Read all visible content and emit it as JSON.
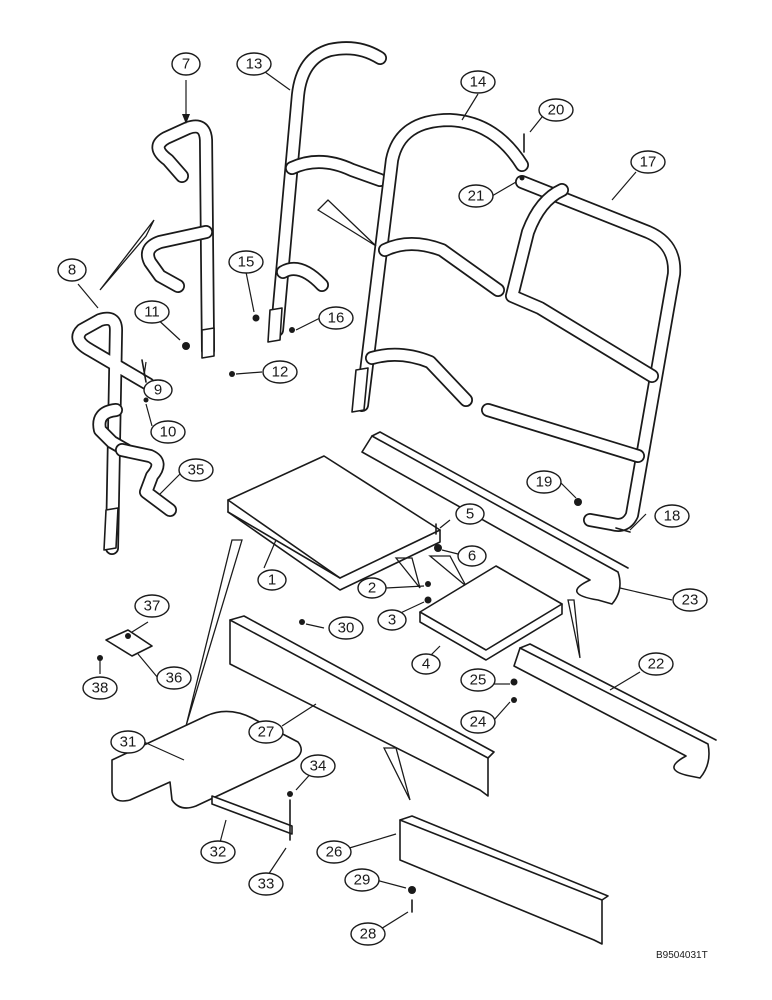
{
  "reference_code": "B9504031T",
  "callouts": [
    {
      "id": "c1",
      "label": "1"
    },
    {
      "id": "c2",
      "label": "2"
    },
    {
      "id": "c3",
      "label": "3"
    },
    {
      "id": "c4",
      "label": "4"
    },
    {
      "id": "c5",
      "label": "5"
    },
    {
      "id": "c6",
      "label": "6"
    },
    {
      "id": "c7",
      "label": "7"
    },
    {
      "id": "c8",
      "label": "8"
    },
    {
      "id": "c9",
      "label": "9"
    },
    {
      "id": "c10",
      "label": "10"
    },
    {
      "id": "c11",
      "label": "11"
    },
    {
      "id": "c12",
      "label": "12"
    },
    {
      "id": "c13",
      "label": "13"
    },
    {
      "id": "c14",
      "label": "14"
    },
    {
      "id": "c15",
      "label": "15"
    },
    {
      "id": "c16",
      "label": "16"
    },
    {
      "id": "c17",
      "label": "17"
    },
    {
      "id": "c18",
      "label": "18"
    },
    {
      "id": "c19",
      "label": "19"
    },
    {
      "id": "c20",
      "label": "20"
    },
    {
      "id": "c21",
      "label": "21"
    },
    {
      "id": "c22",
      "label": "22"
    },
    {
      "id": "c23",
      "label": "23"
    },
    {
      "id": "c24",
      "label": "24"
    },
    {
      "id": "c25",
      "label": "25"
    },
    {
      "id": "c26",
      "label": "26"
    },
    {
      "id": "c27",
      "label": "27"
    },
    {
      "id": "c28",
      "label": "28"
    },
    {
      "id": "c29",
      "label": "29"
    },
    {
      "id": "c30",
      "label": "30"
    },
    {
      "id": "c31",
      "label": "31"
    },
    {
      "id": "c32",
      "label": "32"
    },
    {
      "id": "c33",
      "label": "33"
    },
    {
      "id": "c34",
      "label": "34"
    },
    {
      "id": "c35",
      "label": "35"
    },
    {
      "id": "c36",
      "label": "36"
    },
    {
      "id": "c37",
      "label": "37"
    },
    {
      "id": "c38",
      "label": "38"
    }
  ]
}
